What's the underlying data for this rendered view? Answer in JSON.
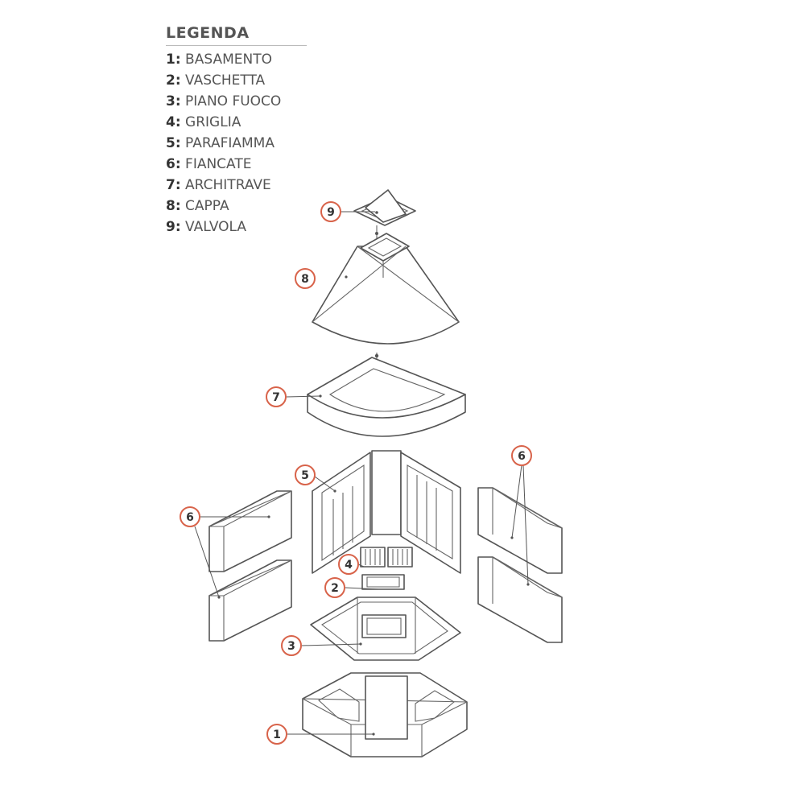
{
  "legend": {
    "title": "LEGENDA",
    "items": [
      {
        "num": "1:",
        "label": "BASAMENTO"
      },
      {
        "num": "2:",
        "label": "VASCHETTA"
      },
      {
        "num": "3:",
        "label": "PIANO FUOCO"
      },
      {
        "num": "4:",
        "label": "GRIGLIA"
      },
      {
        "num": "5:",
        "label": "PARAFIAMMA"
      },
      {
        "num": "6:",
        "label": "FIANCATE"
      },
      {
        "num": "7:",
        "label": "ARCHITRAVE"
      },
      {
        "num": "8:",
        "label": "CAPPA"
      },
      {
        "num": "9:",
        "label": "VALVOLA"
      }
    ]
  },
  "callouts": {
    "c1": "1",
    "c2": "2",
    "c3": "3",
    "c4": "4",
    "c5": "5",
    "c6_left": "6",
    "c6_right": "6",
    "c7": "7",
    "c8": "8",
    "c9": "9"
  },
  "colors": {
    "callout_ring": "#d8634a",
    "line": "#555555"
  }
}
